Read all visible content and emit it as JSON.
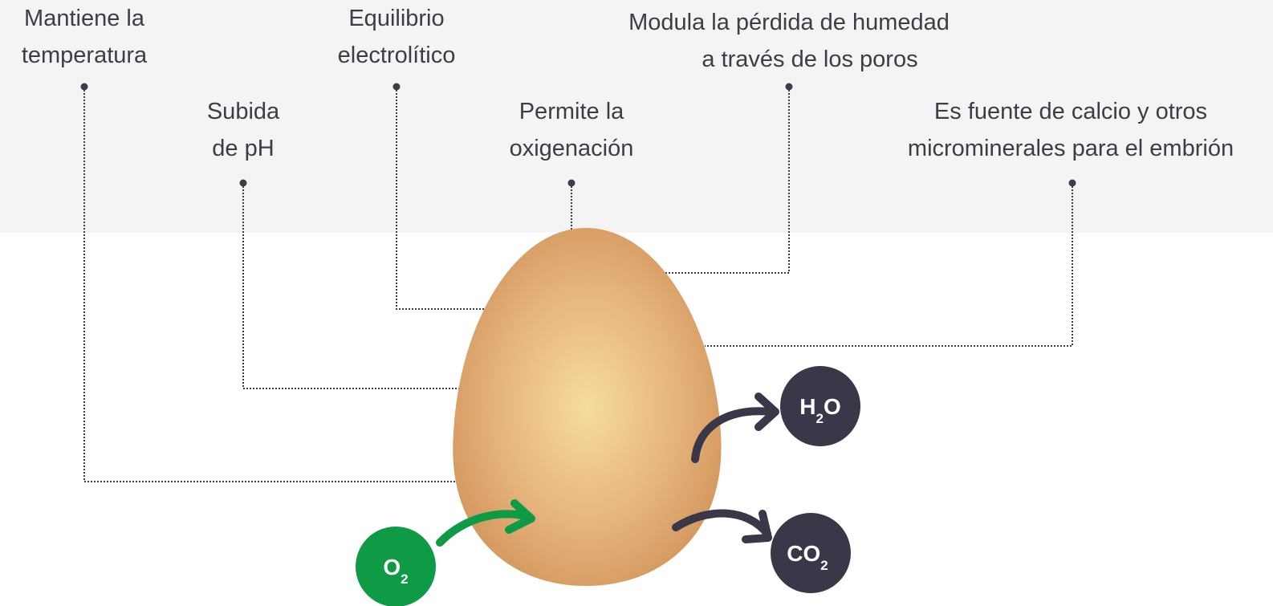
{
  "labels": {
    "temperature": {
      "line1": "Mantiene la",
      "line2": "temperatura"
    },
    "ph": {
      "line1": "Subida",
      "line2": "de pH"
    },
    "electrolyte": {
      "line1": "Equilibrio",
      "line2": "electrolítico"
    },
    "oxygenation": {
      "line1": "Permite la",
      "line2": "oxigenación"
    },
    "moisture": {
      "line1": "Modula la pérdida de humedad",
      "line2": "a través de los poros"
    },
    "calcium": {
      "line1": "Es fuente de calcio y otros",
      "line2": "microminerales para el embrión"
    }
  },
  "molecules": {
    "oxygen": {
      "main": "O",
      "sub": "2"
    },
    "water": {
      "main": "H",
      "sub": "2",
      "tail": "O"
    },
    "carbon_dioxide": {
      "main": "CO",
      "sub": "2"
    }
  },
  "colors": {
    "band": "#f4f4f4",
    "text": "#3d3d48",
    "egg_light": "#f6dca0",
    "egg_mid": "#e4b07a",
    "egg_dark": "#cf9258",
    "oxygen_green": "#0f9a45",
    "dark_circle": "#3a3748",
    "connector": "#3d3d48"
  }
}
